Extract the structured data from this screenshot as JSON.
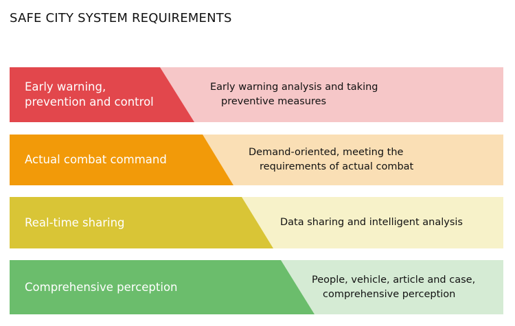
{
  "title": "SAFE CITY SYSTEM REQUIREMENTS",
  "rows": [
    {
      "label_lines": [
        "Early warning,",
        "prevention and control"
      ],
      "desc_lines": [
        "Early warning analysis and taking",
        "preventive measures"
      ],
      "dark": "#e2474c",
      "light": "#f6c7c8"
    },
    {
      "label_lines": [
        "Actual combat command"
      ],
      "desc_lines": [
        "Demand-oriented, meeting the",
        "requirements of actual combat"
      ],
      "dark": "#f29a09",
      "light": "#fadfb5"
    },
    {
      "label_lines": [
        "Real-time sharing"
      ],
      "desc_lines": [
        "Data sharing and intelligent analysis"
      ],
      "dark": "#d9c536",
      "light": "#f7f2c9"
    },
    {
      "label_lines": [
        "Comprehensive perception"
      ],
      "desc_lines": [
        "People, vehicle, article and case,",
        "comprehensive perception"
      ],
      "dark": "#6bbd6c",
      "light": "#d5ebd4"
    }
  ]
}
